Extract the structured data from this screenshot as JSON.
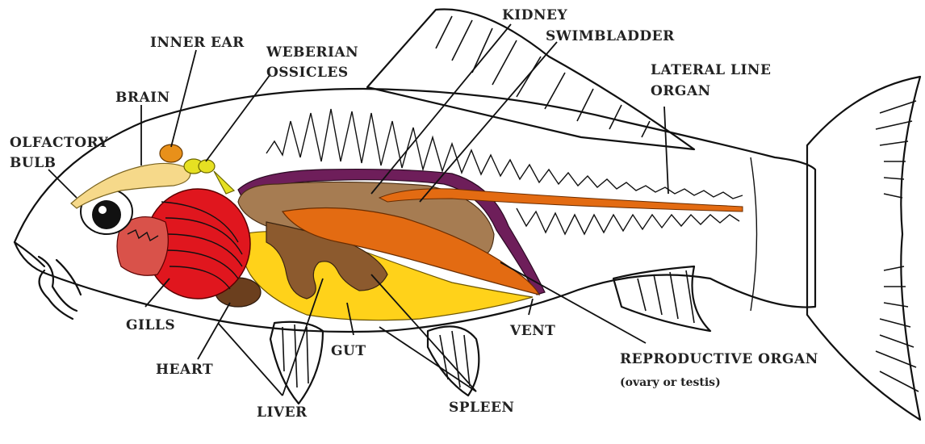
{
  "labels": {
    "inner_ear": "INNER EAR",
    "weberian_1": "WEBERIAN",
    "weberian_2": "OSSICLES",
    "kidney": "KIDNEY",
    "swimbladder": "SWIMBLADDER",
    "brain": "BRAIN",
    "lateral_1": "LATERAL LINE",
    "lateral_2": "ORGAN",
    "olfactory_1": "OLFACTORY",
    "olfactory_2": "BULB",
    "gills": "GILLS",
    "heart": "HEART",
    "gut": "GUT",
    "vent": "VENT",
    "liver": "LIVER",
    "spleen": "SPLEEN",
    "reproductive_1": "REPRODUCTIVE ORGAN",
    "reproductive_2": "(ovary or testis)"
  },
  "colors": {
    "brain": "#F6D98A",
    "inner_ear": "#E8901A",
    "weberian": "#E6E022",
    "gills": "#E0161E",
    "gill_inner": "#D9524A",
    "heart": "#6B3F1E",
    "liver": "#FFD21A",
    "gut": "#8C5A2E",
    "kidney": "#6E1E5A",
    "swimbladder": "#A67C52",
    "reproductive": "#E36B12",
    "lateral_line": "#E36B12"
  }
}
